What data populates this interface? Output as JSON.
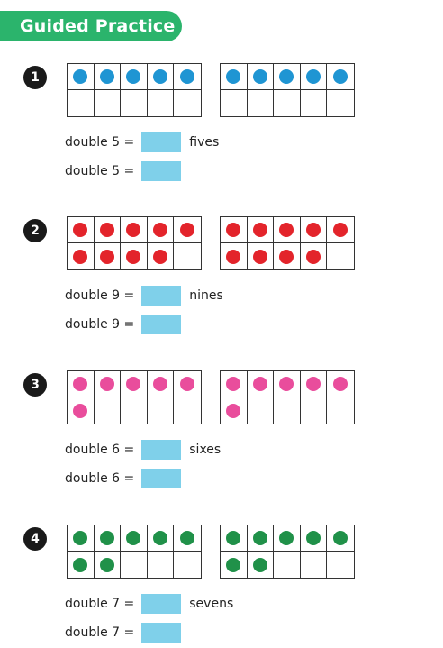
{
  "header": {
    "title": "Guided Practice"
  },
  "colors": {
    "blue": "#1f95d3",
    "red": "#e3242b",
    "pink": "#e94d9c",
    "green": "#209149",
    "banner": "#2bb46c",
    "answer_box": "#7fd0ea"
  },
  "problems": [
    {
      "number": "1",
      "color": "blue",
      "filled": 5,
      "line1": "double 5 =",
      "suffix": "fives",
      "line2": "double 5 ="
    },
    {
      "number": "2",
      "color": "red",
      "filled": 9,
      "line1": "double 9 =",
      "suffix": "nines",
      "line2": "double 9 ="
    },
    {
      "number": "3",
      "color": "pink",
      "filled": 6,
      "line1": "double 6 =",
      "suffix": "sixes",
      "line2": "double 6 ="
    },
    {
      "number": "4",
      "color": "green",
      "filled": 7,
      "line1": "double 7 =",
      "suffix": "sevens",
      "line2": "double 7 ="
    }
  ]
}
